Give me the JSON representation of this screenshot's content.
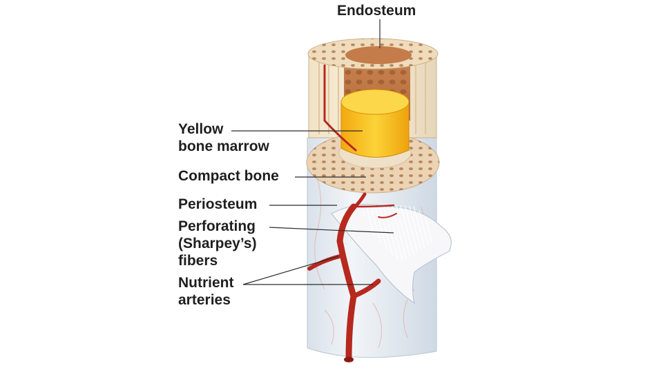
{
  "labels": {
    "endosteum": [
      "Endosteum"
    ],
    "yellow_marrow": [
      "Yellow",
      "bone marrow"
    ],
    "compact_bone": [
      "Compact bone"
    ],
    "periosteum": [
      "Periosteum"
    ],
    "perforating_fibers": [
      "Perforating",
      "(Sharpey’s)",
      "fibers"
    ],
    "nutrient_arteries": [
      "Nutrient",
      "arteries"
    ]
  },
  "colors": {
    "label_text": "#1f1f1f",
    "leader_line": "#2a2a2a",
    "compact_bone": "#ecd3b4",
    "spongy_bone": "#c47c4a",
    "yellow_marrow": "#f6c21b",
    "periosteum": "#e3e9f0",
    "artery": "#b7281f",
    "background": "#ffffff"
  }
}
